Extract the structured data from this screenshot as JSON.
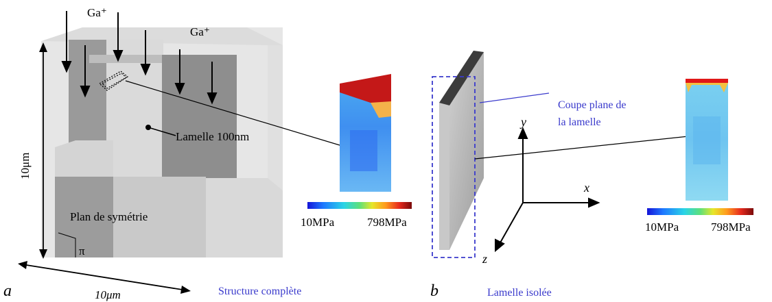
{
  "figure": {
    "left": {
      "panel_letter": "a",
      "caption": "Structure complète",
      "ion_label_1": "Ga⁺",
      "ion_label_2": "Ga⁺",
      "lamella_label": "Lamelle 100nm",
      "symmetry_label": "Plan de symétrie",
      "pi_label": "π",
      "height_dim": "10μm",
      "width_dim": "10μm",
      "scale": {
        "min_label": "10MPa",
        "max_label": "798MPa"
      }
    },
    "right": {
      "panel_letter": "b",
      "caption": "Lamelle isolée",
      "section_label_line1": "Coupe plane de",
      "section_label_line2": "la lamelle",
      "axis_x": "x",
      "axis_y": "y",
      "axis_z": "z",
      "scale": {
        "min_label": "10MPa",
        "max_label": "798MPa"
      }
    },
    "colors": {
      "dashed_box": "#3a3acc",
      "caption": "#3a3acc",
      "stress_low": "#1e3cff",
      "stress_high": "#8b0000"
    }
  }
}
